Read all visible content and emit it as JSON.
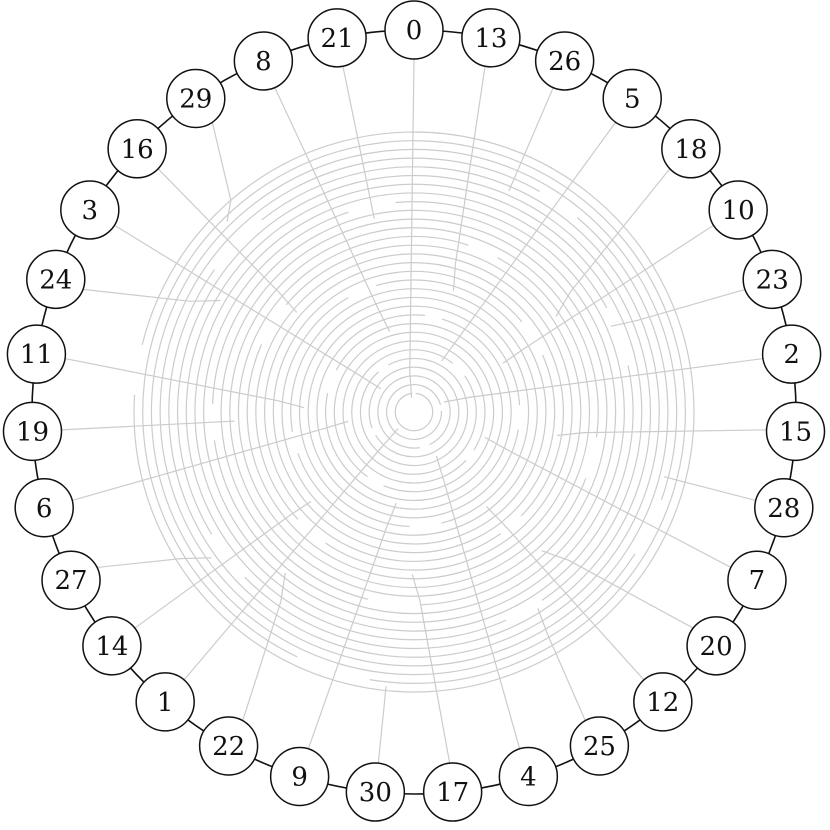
{
  "diagram": {
    "colors": {
      "background": "#ffffff",
      "guide": "#cccccc",
      "ring_link": "#111111",
      "node_fill": "#ffffff",
      "node_stroke": "#111111",
      "label": "#111111"
    },
    "nodes": [
      {
        "label": "0"
      },
      {
        "label": "13"
      },
      {
        "label": "26"
      },
      {
        "label": "5"
      },
      {
        "label": "18"
      },
      {
        "label": "10"
      },
      {
        "label": "23"
      },
      {
        "label": "2"
      },
      {
        "label": "15"
      },
      {
        "label": "28"
      },
      {
        "label": "7"
      },
      {
        "label": "20"
      },
      {
        "label": "12"
      },
      {
        "label": "25"
      },
      {
        "label": "4"
      },
      {
        "label": "17"
      },
      {
        "label": "30"
      },
      {
        "label": "9"
      },
      {
        "label": "22"
      },
      {
        "label": "1"
      },
      {
        "label": "14"
      },
      {
        "label": "27"
      },
      {
        "label": "6"
      },
      {
        "label": "19"
      },
      {
        "label": "11"
      },
      {
        "label": "24"
      },
      {
        "label": "3"
      },
      {
        "label": "16"
      },
      {
        "label": "29"
      },
      {
        "label": "8"
      },
      {
        "label": "21"
      }
    ]
  }
}
